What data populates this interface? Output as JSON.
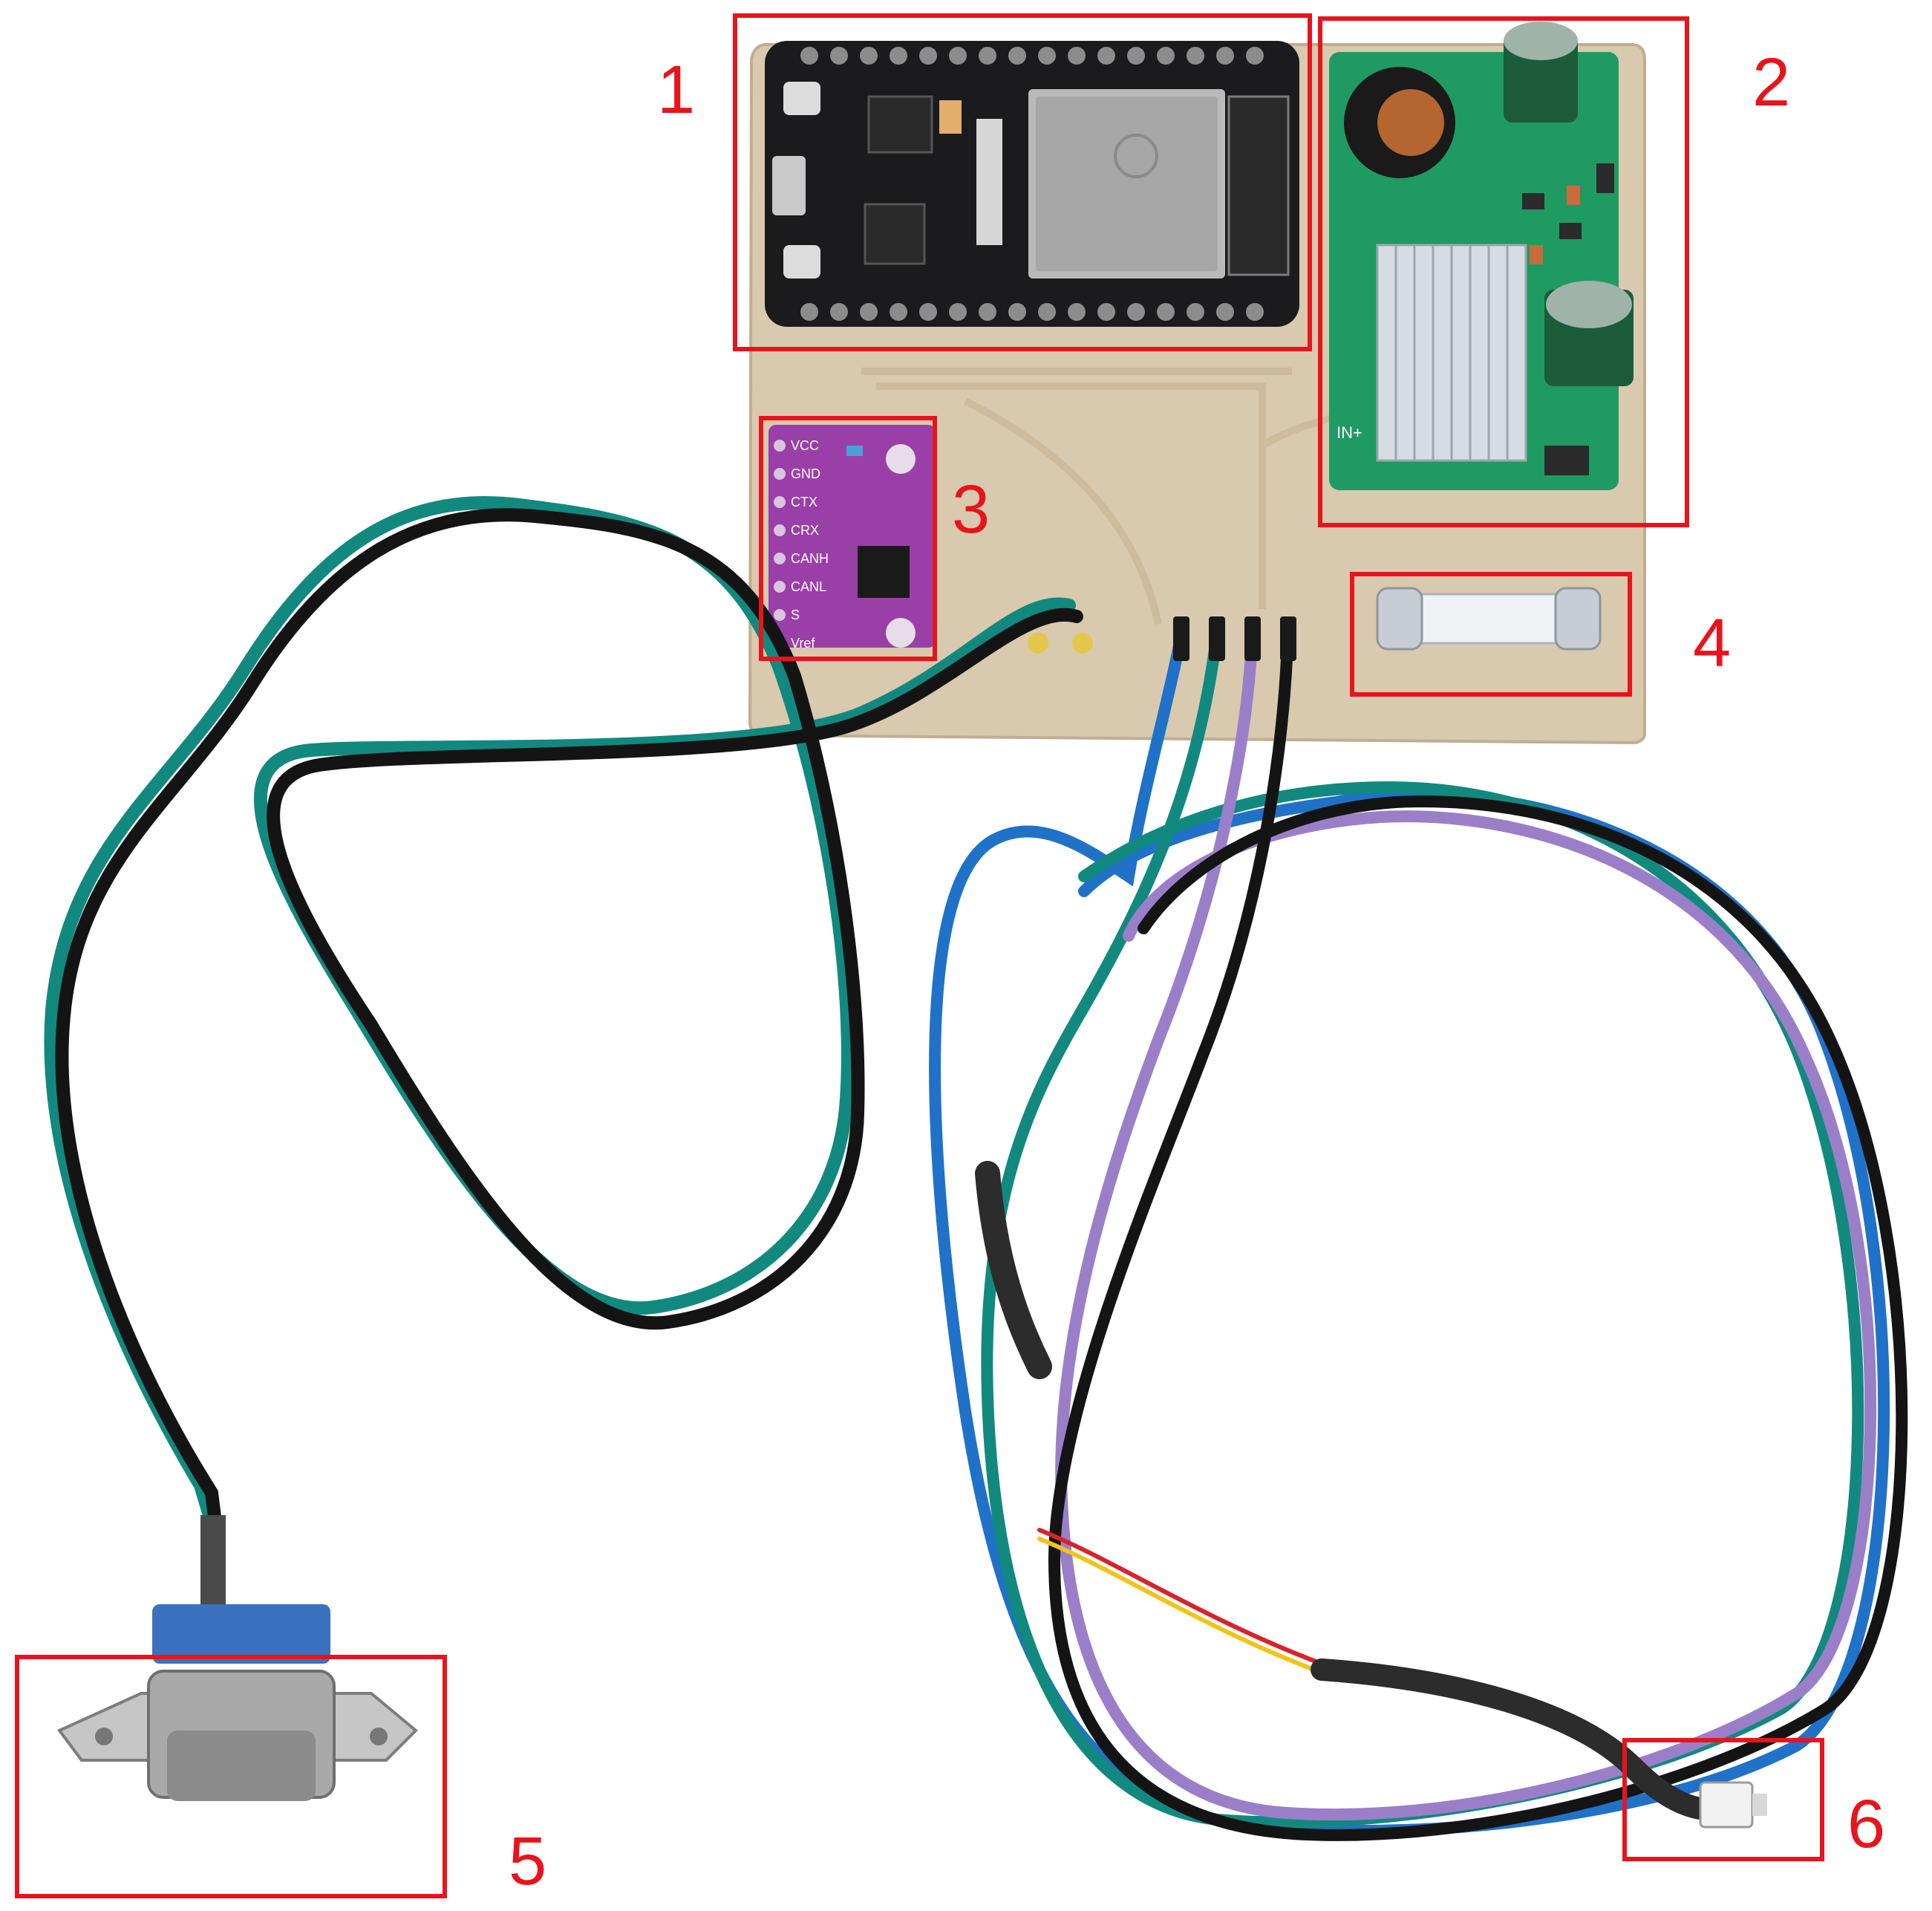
{
  "callouts": [
    {
      "number": "1",
      "component": "microcontroller-board"
    },
    {
      "number": "2",
      "component": "power-regulator-module"
    },
    {
      "number": "3",
      "component": "can-transceiver-module"
    },
    {
      "number": "4",
      "component": "glass-fuse"
    },
    {
      "number": "5",
      "component": "db9-connector"
    },
    {
      "number": "6",
      "component": "small-plug-connector"
    }
  ],
  "silkscreen": {
    "transceiver_pins": [
      "VCC",
      "GND",
      "CTX",
      "CRX",
      "CANH",
      "CANL",
      "S",
      "Vref"
    ],
    "dcdc_input": "IN+"
  },
  "colors": {
    "callout": "#e8141c",
    "pcb": "#d9c9ae",
    "esp_board": "#1b1b1d",
    "regulator_board": "#1f9a63",
    "transceiver_board": "#9b3fa8",
    "wire_teal": "#12897f",
    "wire_black": "#141414",
    "wire_blue": "#1f72c8",
    "wire_purple": "#9a7fc8"
  }
}
